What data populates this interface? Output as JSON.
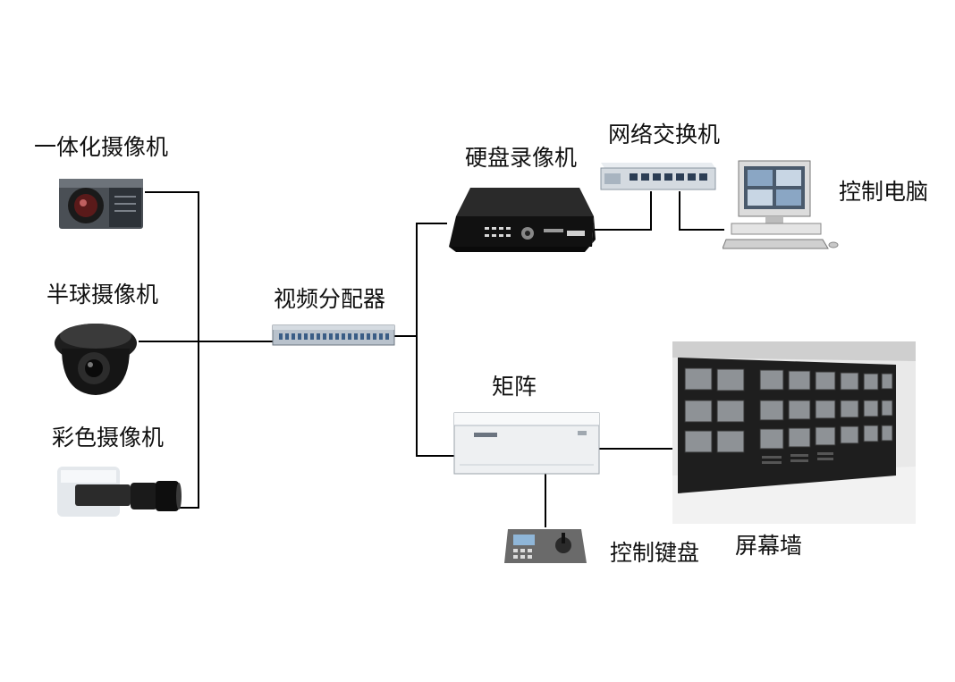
{
  "labels": {
    "integrated_camera": "一体化摄像机",
    "dome_camera": "半球摄像机",
    "color_camera": "彩色摄像机",
    "video_distributor": "视频分配器",
    "dvr": "硬盘录像机",
    "network_switch": "网络交换机",
    "control_pc": "控制电脑",
    "matrix": "矩阵",
    "control_keyboard": "控制键盘",
    "screen_wall": "屏幕墙"
  },
  "colors": {
    "wire": "#000000",
    "device_dark": "#1b1b1b",
    "device_light": "#e6e6e6",
    "screen_wall_bg": "#2a2a2a"
  }
}
